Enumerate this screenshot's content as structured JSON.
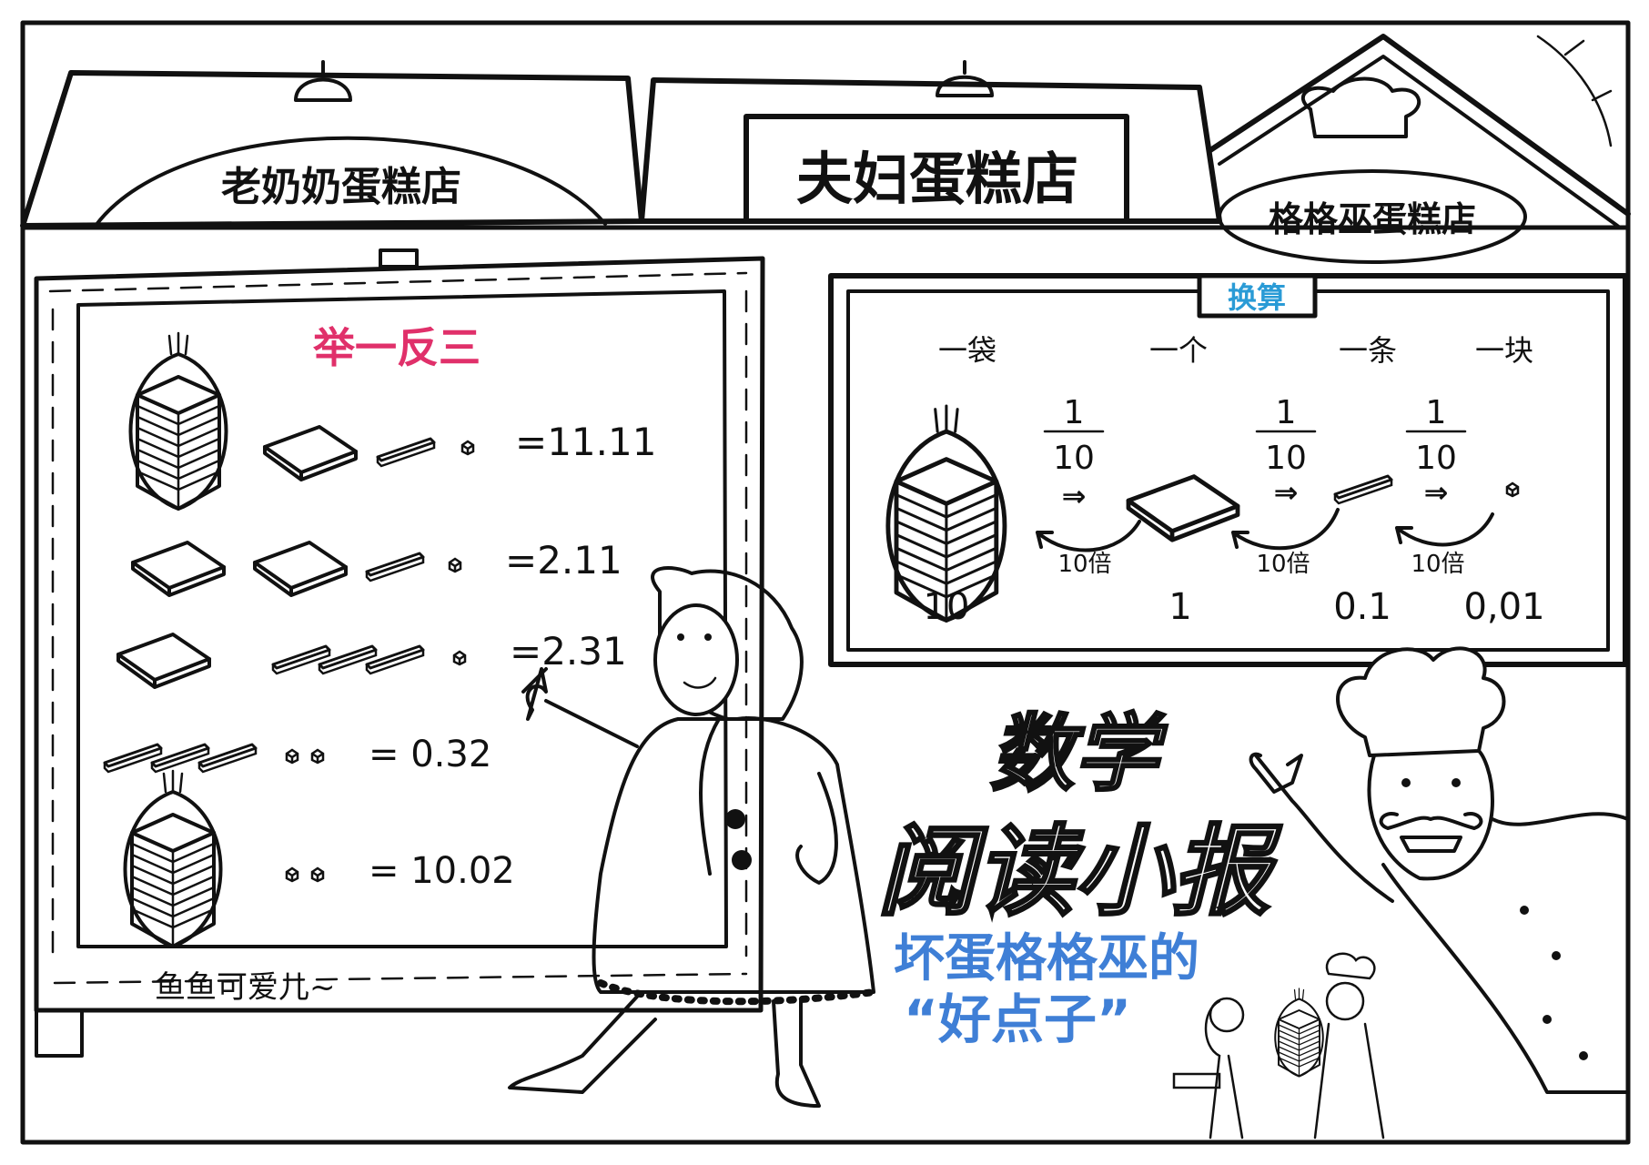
{
  "shops": [
    {
      "name": "老奶奶蛋糕店"
    },
    {
      "name": "夫妇蛋糕店"
    },
    {
      "name": "格格巫蛋糕店"
    }
  ],
  "left_board": {
    "title": "举一反三",
    "title_color": "#e0306a",
    "equations": [
      "=11.11",
      "=2.11",
      "=2.31",
      "= 0.32",
      "= 10.02"
    ],
    "signature": "鱼鱼可爱儿~"
  },
  "right_board": {
    "tab_label": "换算",
    "tab_color": "#2a9bd6",
    "units": [
      "一袋",
      "一个",
      "一条",
      "一块"
    ],
    "fractions": [
      {
        "numerator": "1",
        "denominator": "10"
      },
      {
        "numerator": "1",
        "denominator": "10"
      },
      {
        "numerator": "1",
        "denominator": "10"
      }
    ],
    "arrow_symbol": "⇒",
    "multiplier_label": "10倍",
    "values": [
      "10",
      "1",
      "0.1",
      "0,01"
    ]
  },
  "title": {
    "line1": "数学",
    "line2": "阅读小报"
  },
  "subtitle": {
    "line1": "坏蛋格格巫的",
    "line2": "“好点子”",
    "color": "#3f7fd6"
  }
}
